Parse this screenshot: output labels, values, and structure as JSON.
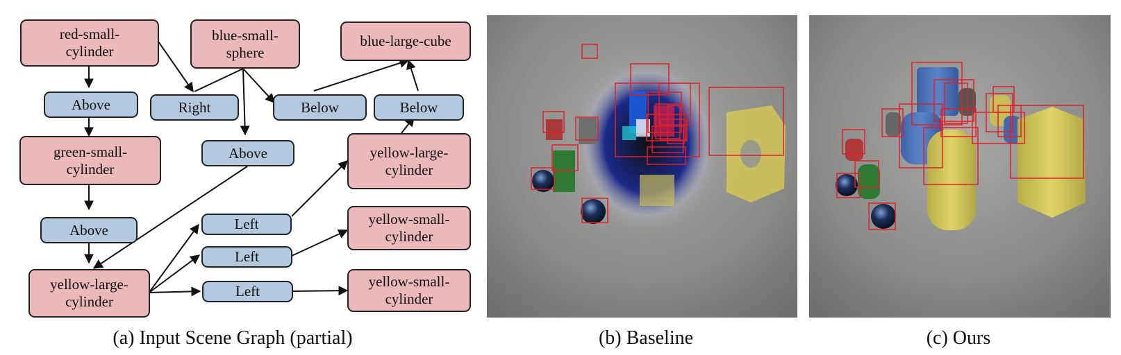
{
  "scene_graph": {
    "objects": {
      "red_small_cylinder": "red-small-\ncylinder",
      "blue_small_sphere": "blue-small-\nsphere",
      "blue_large_cube": "blue-large-cube",
      "green_small_cylinder": "green-small-\ncylinder",
      "yellow_large_cylinder_right": "yellow-large-\ncylinder",
      "yellow_small_cylinder_1": "yellow-small-\ncylinder",
      "yellow_small_cylinder_2": "yellow-small-\ncylinder",
      "yellow_large_cylinder_left": "yellow-large-\ncylinder"
    },
    "relations": {
      "above_1": "Above",
      "right_1": "Right",
      "below_1": "Below",
      "below_2": "Below",
      "above_2": "Above",
      "above_3": "Above",
      "left_1": "Left",
      "left_2": "Left",
      "left_3": "Left"
    }
  },
  "captions": {
    "a": "(a) Input Scene Graph (partial)",
    "b": "(b) Baseline",
    "c": "(c) Ours"
  },
  "colors": {
    "object_node": "#ebb8bc",
    "relation_node": "#b2c9e0",
    "bounding_box": "#e0202a",
    "render_background": "#8a8a88"
  }
}
